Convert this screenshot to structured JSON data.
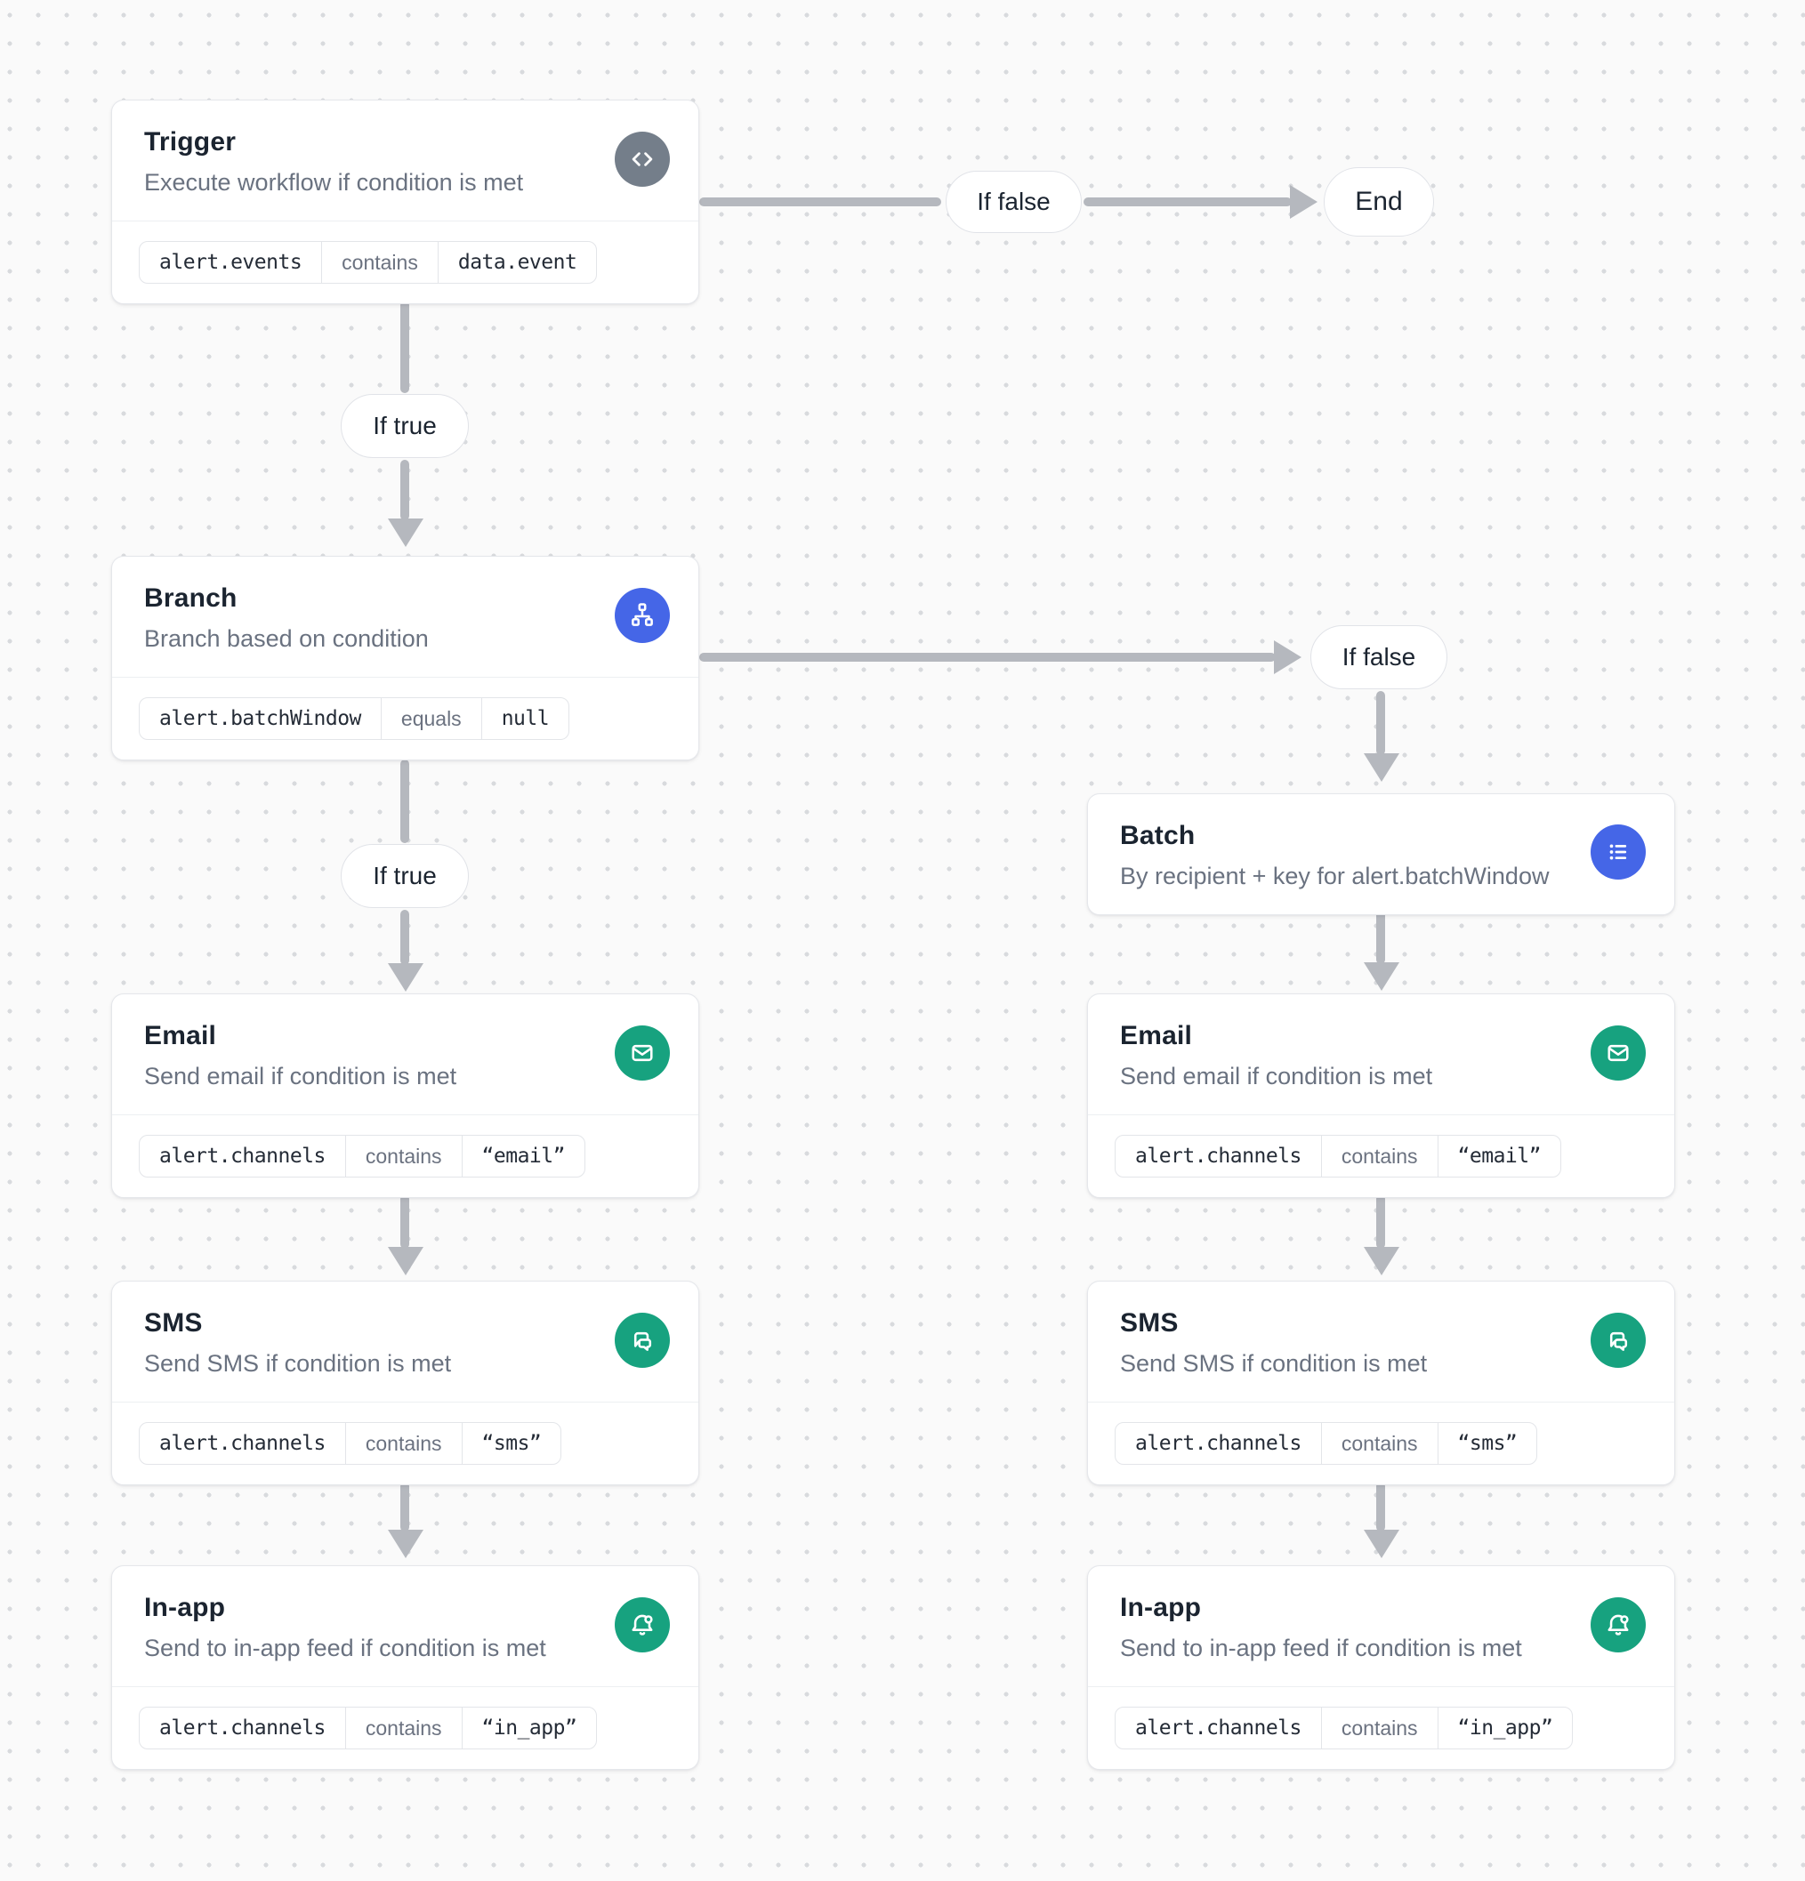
{
  "colors": {
    "background": "#fafafa",
    "dot": "#d8dadd",
    "card_bg": "#ffffff",
    "card_border": "#e5e7eb",
    "divider": "#edeff2",
    "title_text": "#1b2430",
    "subtitle_text": "#6a7280",
    "chip_border": "#e3e5e9",
    "chip_text": "#242b36",
    "operator_text": "#6b7280",
    "arrow": "#b5b8be",
    "pill_border": "#e1e3e8",
    "pill_text": "#1b2430",
    "trigger_icon_bg": "#747e8a",
    "branch_icon_bg": "#4566e7",
    "channel_icon_bg": "#17a27f"
  },
  "edge_labels": {
    "trigger_if_false": "If false",
    "trigger_if_true": "If true",
    "branch_if_false": "If false",
    "branch_if_true": "If true"
  },
  "end_node": {
    "label": "End"
  },
  "nodes": {
    "trigger": {
      "title": "Trigger",
      "subtitle": "Execute workflow if condition is met",
      "icon": "code-icon",
      "condition": {
        "field": "alert.events",
        "operator": "contains",
        "value": "data.event"
      }
    },
    "branch": {
      "title": "Branch",
      "subtitle": "Branch based on condition",
      "icon": "sitemap-icon",
      "condition": {
        "field": "alert.batchWindow",
        "operator": "equals",
        "value": "null"
      }
    },
    "batch": {
      "title": "Batch",
      "subtitle": "By recipient + key for alert.batchWindow",
      "icon": "list-icon"
    },
    "email_left": {
      "title": "Email",
      "subtitle": "Send email if condition is met",
      "icon": "envelope-icon",
      "condition": {
        "field": "alert.channels",
        "operator": "contains",
        "value": "“email”"
      }
    },
    "sms_left": {
      "title": "SMS",
      "subtitle": "Send SMS if condition is met",
      "icon": "chat-bubbles-icon",
      "condition": {
        "field": "alert.channels",
        "operator": "contains",
        "value": "“sms”"
      }
    },
    "inapp_left": {
      "title": "In-app",
      "subtitle": "Send to in-app feed if condition is met",
      "icon": "bell-icon",
      "condition": {
        "field": "alert.channels",
        "operator": "contains",
        "value": "“in_app”"
      }
    },
    "email_right": {
      "title": "Email",
      "subtitle": "Send email if condition is met",
      "icon": "envelope-icon",
      "condition": {
        "field": "alert.channels",
        "operator": "contains",
        "value": "“email”"
      }
    },
    "sms_right": {
      "title": "SMS",
      "subtitle": "Send SMS if condition is met",
      "icon": "chat-bubbles-icon",
      "condition": {
        "field": "alert.channels",
        "operator": "contains",
        "value": "“sms”"
      }
    },
    "inapp_right": {
      "title": "In-app",
      "subtitle": "Send to in-app feed if condition is met",
      "icon": "bell-icon",
      "condition": {
        "field": "alert.channels",
        "operator": "contains",
        "value": "“in_app”"
      }
    }
  }
}
